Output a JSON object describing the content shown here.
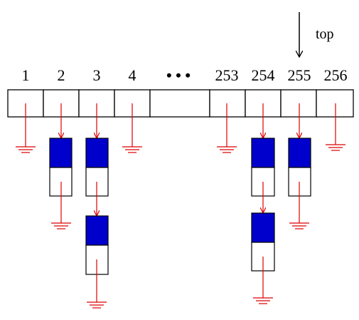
{
  "top_pointer": {
    "label": "top",
    "points_to_slot": "255"
  },
  "slot_labels": [
    "1",
    "2",
    "3",
    "4",
    "253",
    "254",
    "255",
    "256"
  ],
  "ellipsis": "• • •",
  "chains": [
    {
      "slot": "1",
      "nodes": 0
    },
    {
      "slot": "2",
      "nodes": 1
    },
    {
      "slot": "3",
      "nodes": 2
    },
    {
      "slot": "4",
      "nodes": 0
    },
    {
      "slot": "253",
      "nodes": 0
    },
    {
      "slot": "254",
      "nodes": 2
    },
    {
      "slot": "255",
      "nodes": 1
    },
    {
      "slot": "256",
      "nodes": 0
    }
  ],
  "colors": {
    "pointer": "#dd0000",
    "node_fill": "#0000cc",
    "outline": "#000000",
    "text": "#000000"
  }
}
